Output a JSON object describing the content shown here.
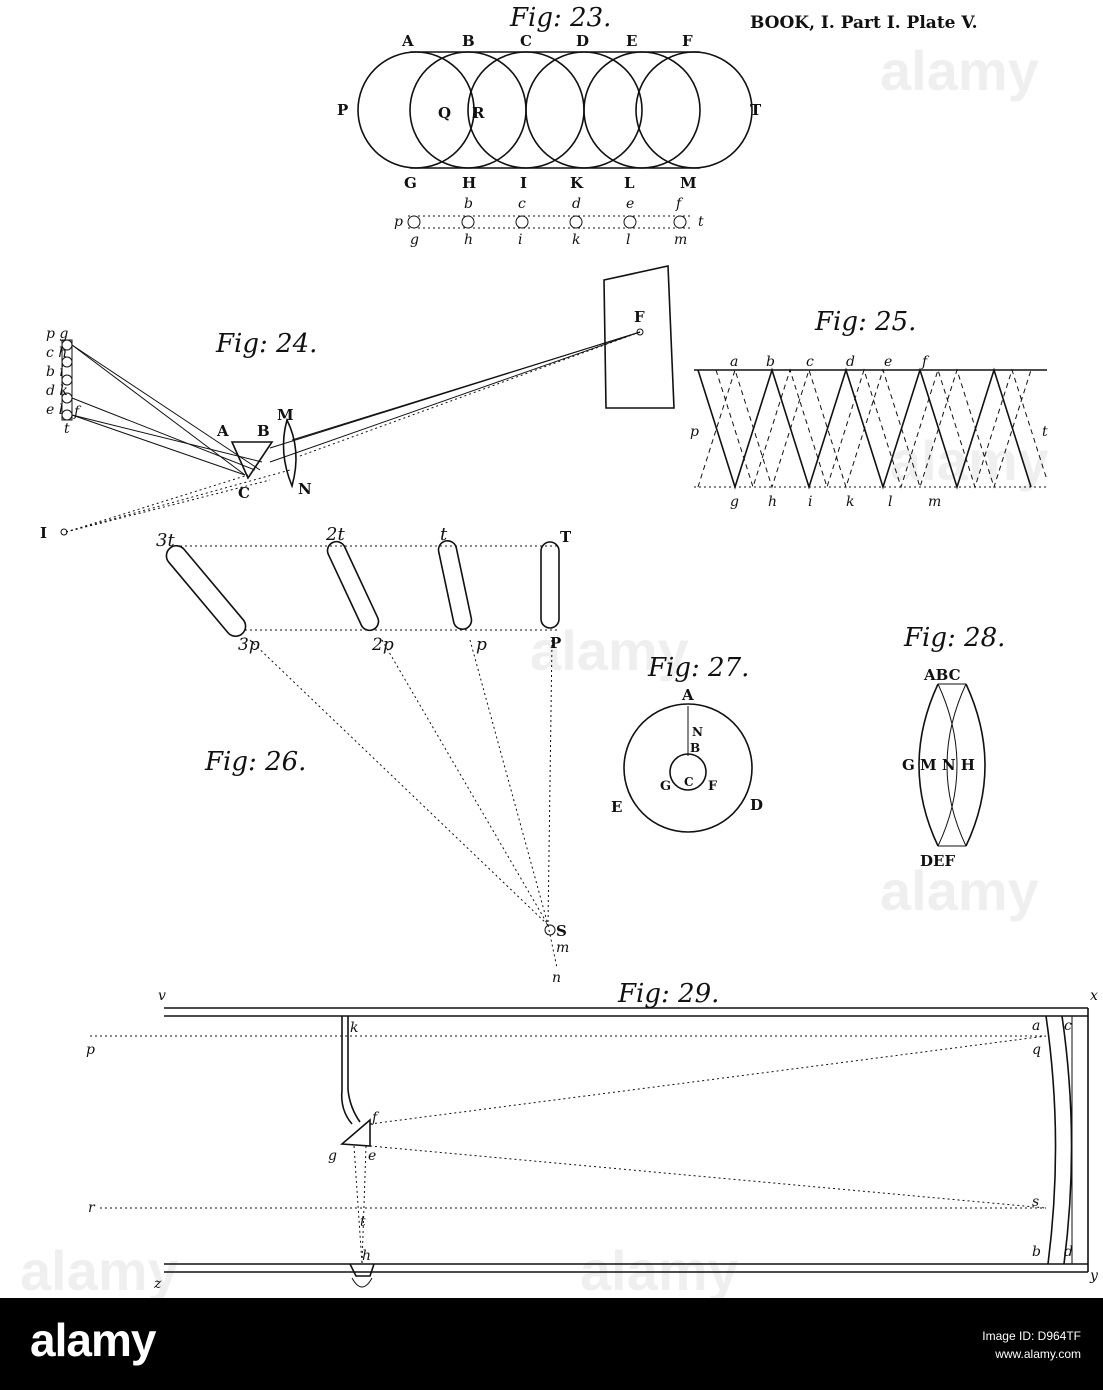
{
  "plate_header": "BOOK, I. Part I. Plate V.",
  "fig23": {
    "title": "Fig: 23.",
    "top_letters": [
      "A",
      "B",
      "C",
      "D",
      "E",
      "F"
    ],
    "bottom_letters": [
      "G",
      "H",
      "I",
      "K",
      "L",
      "M"
    ],
    "side_left": "P",
    "side_right": "T",
    "inner_left": "Q",
    "inner_right": "R",
    "small_top": [
      "b",
      "c",
      "d",
      "e",
      "f"
    ],
    "small_bottom": [
      "g",
      "h",
      "i",
      "k",
      "l",
      "m"
    ],
    "small_left": "p",
    "small_right": "t"
  },
  "fig24": {
    "title": "Fig: 24.",
    "labels": {
      "A": "A",
      "B": "B",
      "C": "C",
      "M": "M",
      "N": "N",
      "F": "F",
      "I": "I"
    },
    "column_labels": [
      "p g",
      "c h",
      "b i",
      "d k",
      "e l",
      "f",
      "t"
    ]
  },
  "fig25": {
    "title": "Fig: 25.",
    "top_letters": [
      "a",
      "b",
      "c",
      "d",
      "e",
      "f"
    ],
    "bottom_letters": [
      "g",
      "h",
      "i",
      "k",
      "l",
      "m"
    ],
    "left": "p",
    "right": "t"
  },
  "fig26": {
    "title": "Fig: 26.",
    "top_labels": [
      "3t",
      "2t",
      "t",
      "T"
    ],
    "bottom_labels": [
      "3p",
      "2p",
      "p",
      "P"
    ],
    "point_labels": [
      "S",
      "m",
      "n"
    ]
  },
  "fig27": {
    "title": "Fig: 27.",
    "labels": [
      "A",
      "N",
      "B",
      "C",
      "G",
      "F",
      "E",
      "D"
    ]
  },
  "fig28": {
    "title": "Fig: 28.",
    "top": "ABC",
    "middle": "G M N H",
    "bottom": "DEF"
  },
  "fig29": {
    "title": "Fig: 29.",
    "labels": [
      "v",
      "x",
      "k",
      "a",
      "c",
      "p",
      "q",
      "f",
      "g",
      "e",
      "r",
      "s",
      "t",
      "h",
      "b",
      "d",
      "z",
      "y"
    ]
  },
  "watermark": {
    "brand": "alamy",
    "image_id": "Image ID: D964TF",
    "site": "www.alamy.com"
  },
  "colors": {
    "ink": "#111111",
    "paper": "#ffffff",
    "bar": "#000000"
  }
}
